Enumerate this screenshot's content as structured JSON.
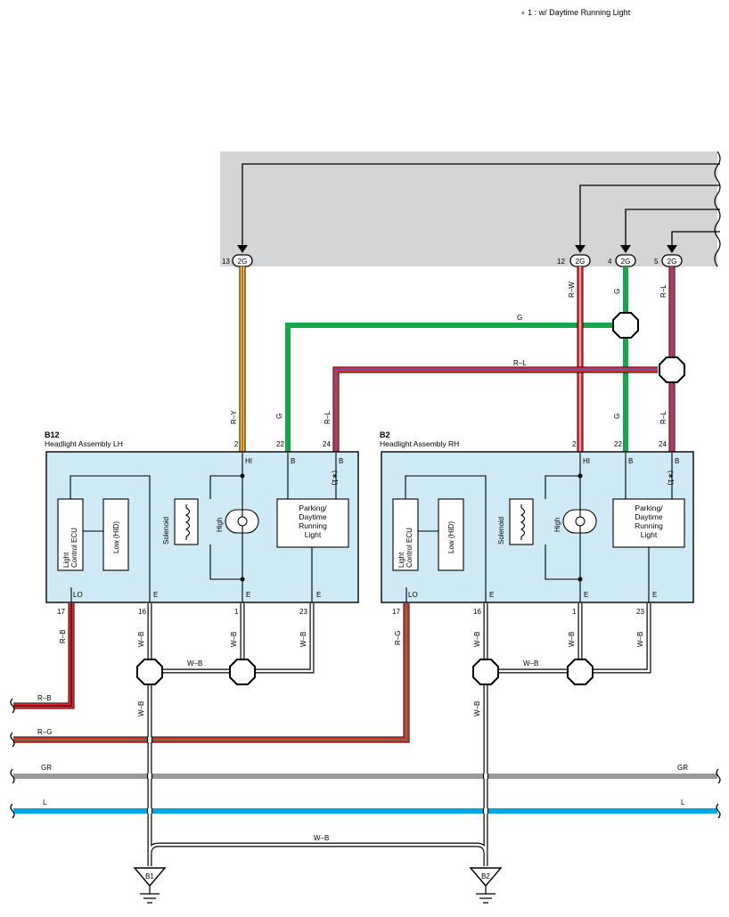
{
  "note": "∘ 1 : w/ Daytime Running Light",
  "connector": "2G",
  "pins_top": {
    "p13": "13",
    "p12": "12",
    "p4": "4",
    "p5": "5"
  },
  "assemblies": {
    "lh": {
      "code": "B12",
      "name": "Headlight Assembly LH"
    },
    "rh": {
      "code": "B2",
      "name": "Headlight Assembly RH"
    }
  },
  "terminal_numbers": {
    "hi": "2",
    "b22": "22",
    "b24": "24",
    "lo": "17",
    "e16": "16",
    "e1": "1",
    "e23": "23"
  },
  "terminal_labels": {
    "hi": "HI",
    "b": "B",
    "lo": "LO",
    "e": "E",
    "opt": "(∗1)"
  },
  "components": {
    "ecu": "Light Control ECU",
    "ecu_l1": "Light",
    "ecu_l2": "Control ECU",
    "low": "Low (HID)",
    "solenoid": "Solenoid",
    "high": "High",
    "parking_l1": "Parking/",
    "parking_l2": "Daytime",
    "parking_l3": "Running",
    "parking_l4": "Light"
  },
  "wires": {
    "ry": "R–Y",
    "rw": "R–W",
    "g": "G",
    "rl": "R–L",
    "rb": "R–B",
    "rg": "R–G",
    "wb": "W–B",
    "gr": "GR",
    "l": "L"
  },
  "grounds": {
    "b1": "B1",
    "b2": "B2"
  },
  "colors": {
    "red": "#e8262b",
    "yellow": "#f6e03a",
    "green": "#15a84a",
    "blue": "#2a6fcf",
    "gray": "#9a9a9a",
    "lightblue": "#00a6e3",
    "panel": "#d4d5d7",
    "box": "#cdeaf6"
  }
}
